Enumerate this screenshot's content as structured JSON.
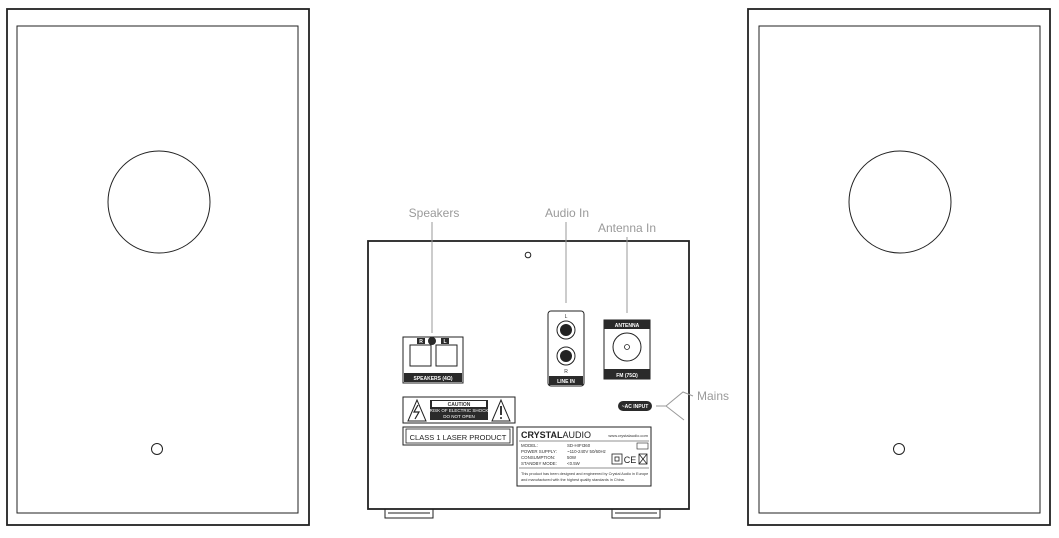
{
  "callouts": {
    "speakers": "Speakers",
    "audio_in": "Audio In",
    "antenna_in": "Antenna In",
    "mains": "Mains"
  },
  "panel": {
    "speakers_label": "SPEAKERS (4Ω)",
    "speakers_terminals": [
      "R",
      "",
      "L"
    ],
    "line_in_label": "LINE IN",
    "line_in_left": "L",
    "line_in_right": "R",
    "antenna_header": "ANTENNA",
    "antenna_footer": "FM (75Ω)",
    "ac_input": "~AC INPUT",
    "caution_title": "CAUTION",
    "caution_line1": "RISK OF ELECTRIC SHOCK",
    "caution_line2": "DO NOT OPEN",
    "laser_label": "CLASS 1   LASER PRODUCT"
  },
  "rating_plate": {
    "brand_bold": "CRYSTAL",
    "brand_light": "AUDIO",
    "website": "www.crystalaudio.com",
    "rows": [
      {
        "label": "MODEL:",
        "value": "SD-HIFI360"
      },
      {
        "label": "POWER SUPPLY:",
        "value": "~110-240V 50/60Hz"
      },
      {
        "label": "CONSUMPTION:",
        "value": "50W"
      },
      {
        "label": "STANDBY MODE:",
        "value": "<0.5W"
      }
    ],
    "footer_line1": "This product has been designed and engineered by Crystal Audio in Europe",
    "footer_line2": "and manufactured with the highest quality standards in China."
  },
  "colors": {
    "line": "#222222",
    "callout": "#9a9a9a",
    "label_fill": "#2a2a2a"
  }
}
